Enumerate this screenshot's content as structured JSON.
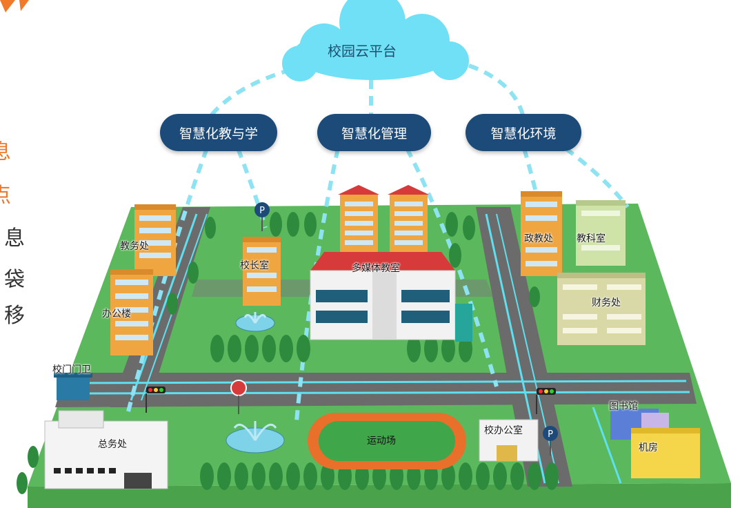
{
  "colors": {
    "cloud": "#6fe0f6",
    "pill": "#1c4b7a",
    "grass": "#5cb85c",
    "road": "#6b6b6b",
    "accent_orange": "#f07a2a",
    "track": "#e8702a",
    "dash": "#8ee3f3"
  },
  "cloud": {
    "label": "校园云平台"
  },
  "pillars": [
    {
      "label": "智慧化教与学"
    },
    {
      "label": "智慧化管理"
    },
    {
      "label": "智慧化环境"
    }
  ],
  "side_text": {
    "orange": [
      "息",
      "点"
    ],
    "dark": [
      "息",
      "袋",
      "移"
    ]
  },
  "buildings": {
    "jiaowuchu": "教务处",
    "bangonglou": "办公楼",
    "xiaozhangshi": "校长室",
    "duomeiti": "多媒体教室",
    "zhengjiaochu": "政教处",
    "jiaokeshi": "教科室",
    "caiwuchu": "财务处",
    "xiaomenmenwei": "校门门卫",
    "zongwuchu": "总务处",
    "yundongchang": "运动场",
    "xiaobangongshi": "校办公室",
    "tushuguan": "图书馆",
    "jifang": "机房"
  },
  "icons": [
    "parking-icon",
    "parking-icon",
    "traffic-light-icon",
    "traffic-light-icon",
    "stop-sign-icon",
    "fountain-icon",
    "fountain-icon"
  ]
}
